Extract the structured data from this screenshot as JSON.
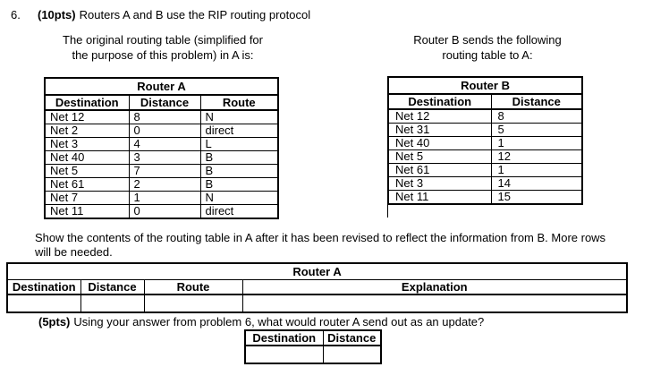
{
  "problem": {
    "number": "6.",
    "points_label": "(10pts)",
    "statement": "Routers A and B use the RIP routing protocol"
  },
  "intro_left": {
    "line1": "The original routing table (simplified for",
    "line2": "the purpose of this problem) in A is:"
  },
  "intro_right": {
    "line1": "Router B sends the following",
    "line2": "routing table to A:"
  },
  "router_a_table": {
    "title": "Router A",
    "columns": [
      "Destination",
      "Distance",
      "Route"
    ],
    "rows": [
      [
        "Net 12",
        "8",
        "N"
      ],
      [
        "Net 2",
        "0",
        "direct"
      ],
      [
        "Net 3",
        "4",
        "L"
      ],
      [
        "Net 40",
        "3",
        "B"
      ],
      [
        "Net 5",
        "7",
        "B"
      ],
      [
        "Net 61",
        "2",
        "B"
      ],
      [
        "Net 7",
        "1",
        "N"
      ],
      [
        "Net 11",
        "0",
        "direct"
      ]
    ]
  },
  "router_b_table": {
    "title": "Router B",
    "columns": [
      "Destination",
      "Distance"
    ],
    "rows": [
      [
        "Net 12",
        "8"
      ],
      [
        "Net 31",
        "5"
      ],
      [
        "Net 40",
        "1"
      ],
      [
        "Net 5",
        "12"
      ],
      [
        "Net 61",
        "1"
      ],
      [
        "Net 3",
        "14"
      ],
      [
        "Net 11",
        "15"
      ]
    ]
  },
  "instruction": {
    "line1": "Show the contents of the routing table in A after it has been revised to reflect the information from B. More rows",
    "line2": "will be needed."
  },
  "revised_table": {
    "title": "Router A",
    "columns": [
      "Destination",
      "Distance",
      "Route",
      "Explanation"
    ]
  },
  "subproblem": {
    "points_label": "(5pts)",
    "statement": "Using your answer from problem 6, what would router A send out as an update?"
  },
  "update_table": {
    "columns": [
      "Destination",
      "Distance"
    ]
  }
}
